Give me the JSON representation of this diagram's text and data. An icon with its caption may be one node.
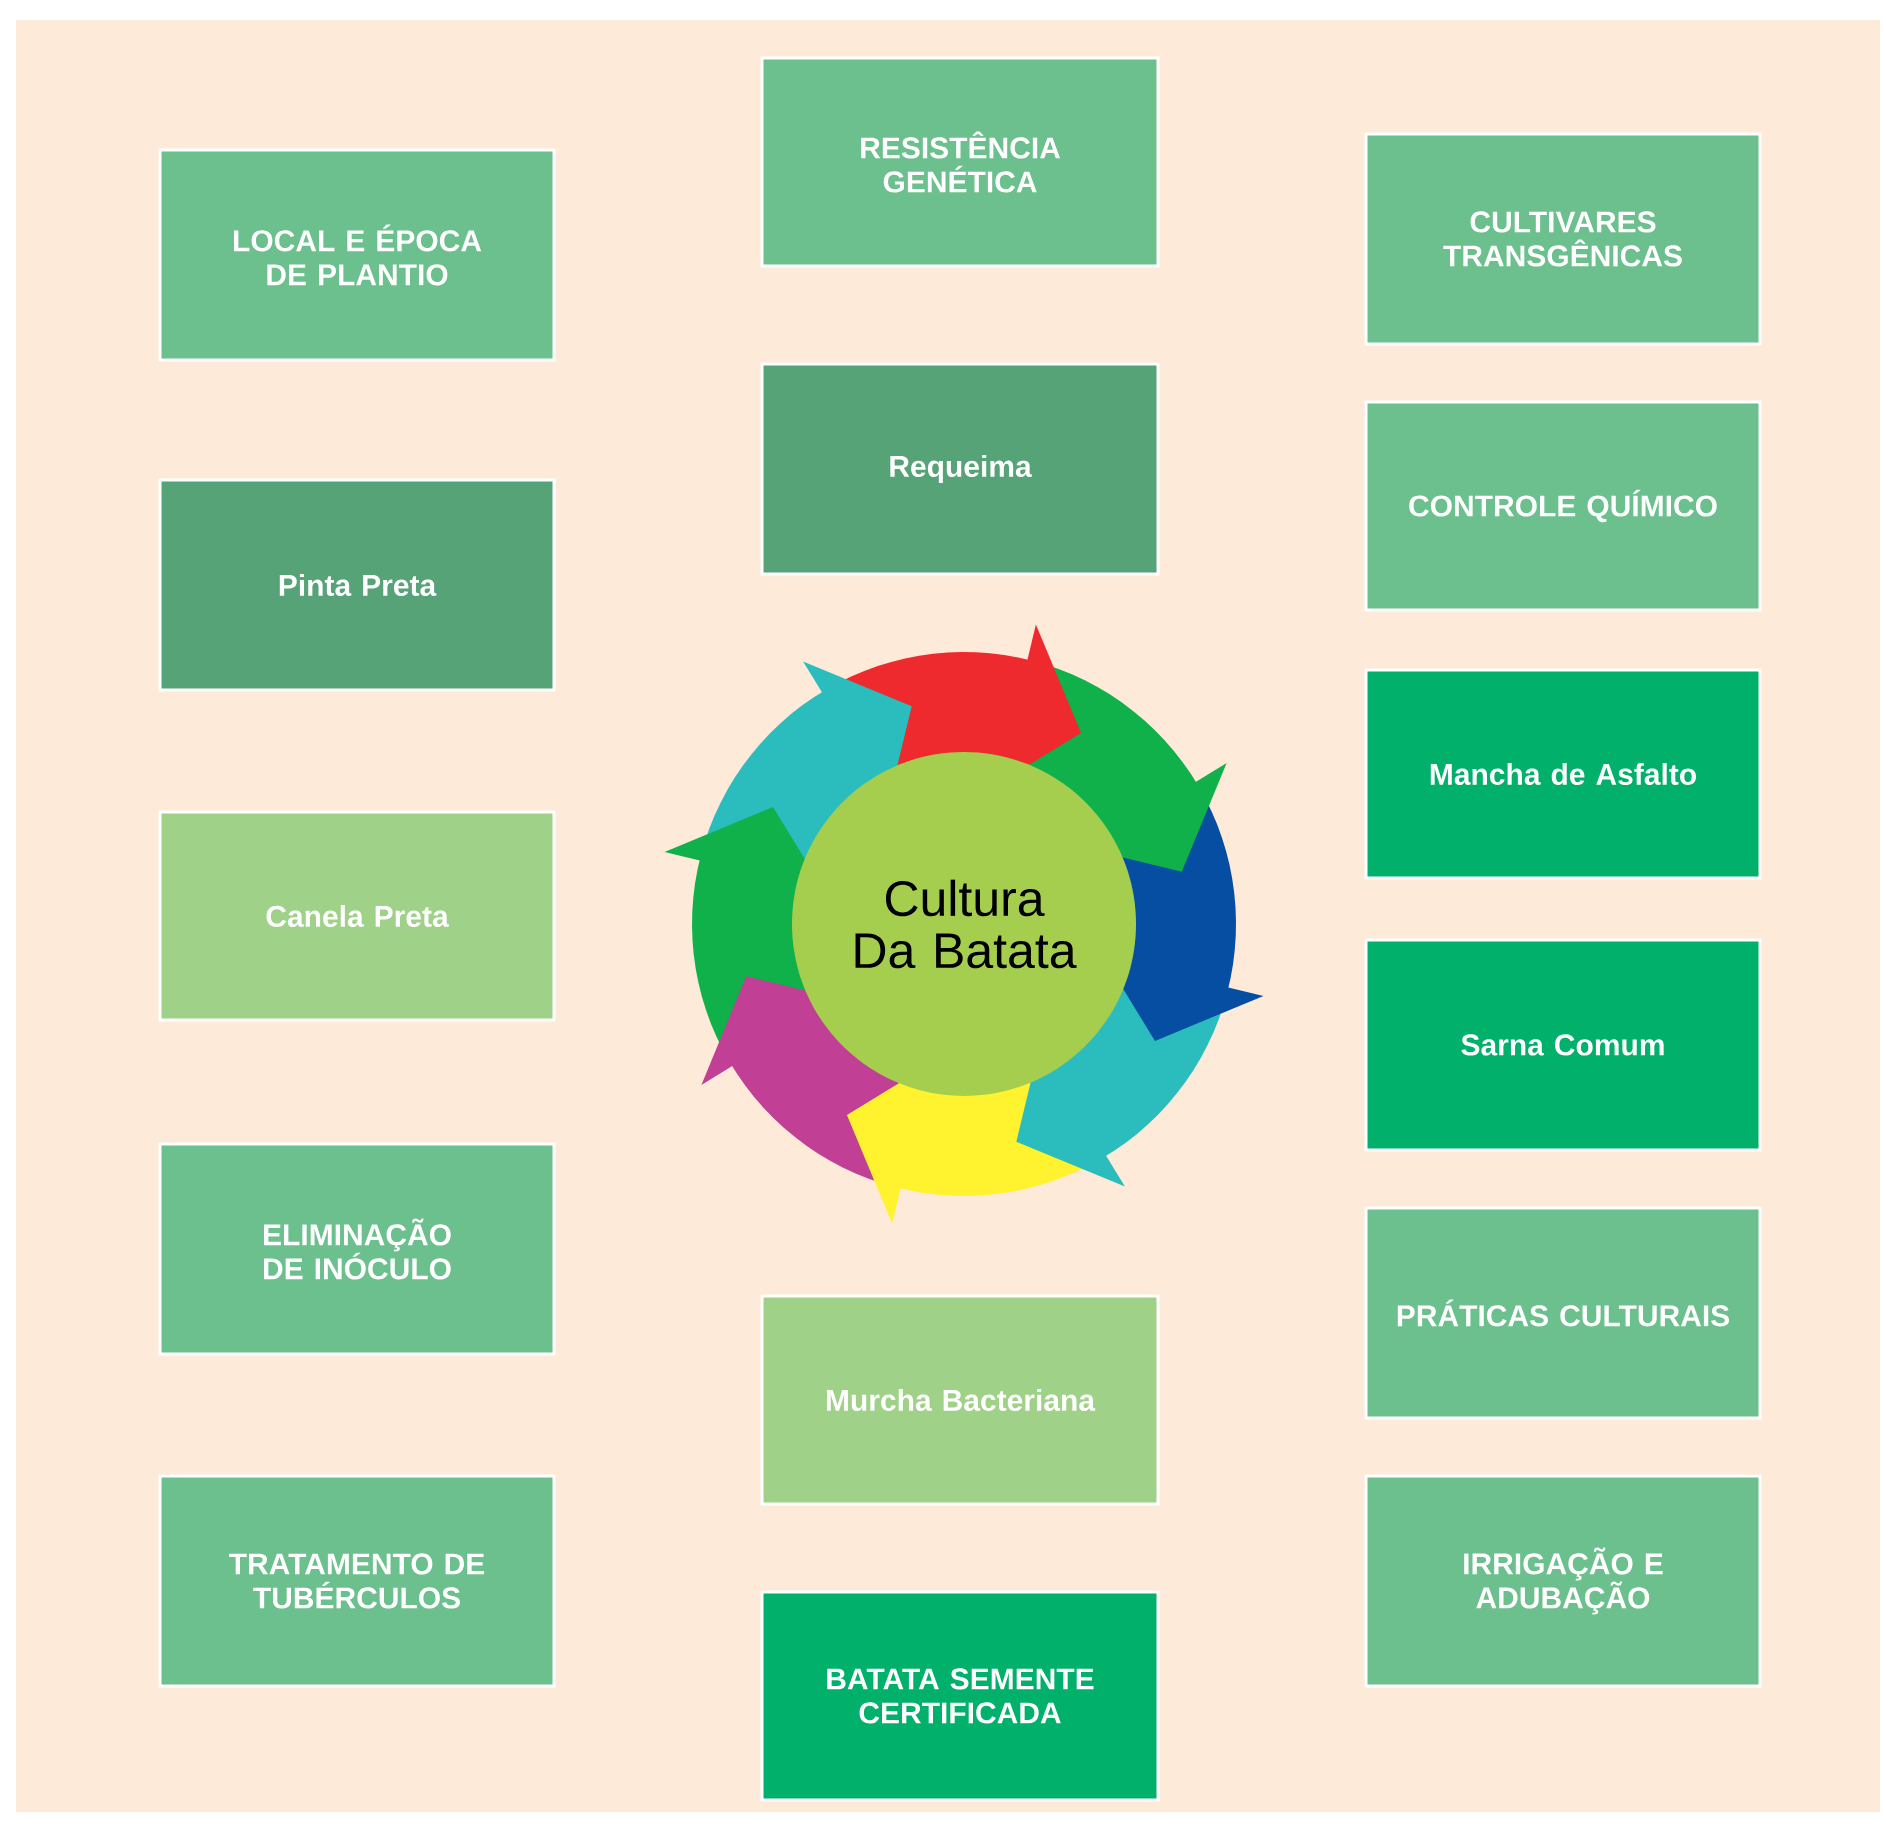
{
  "diagram": {
    "nodes": [
      {
        "text": [
          "LOCAL E ÉPOCA DE PLANTIO"
        ]
      },
      {
        "text": [
          "Pinta Preta"
        ]
      },
      {
        "text": [
          "Canela Preta"
        ]
      },
      {
        "text": [
          "ELIMINAÇÃO DE INÓCULO"
        ]
      },
      {
        "text": [
          "TRATAMENTO DE TUBÉRCULOS"
        ]
      },
      {
        "text": [
          "RESISTÊNCIA GENÉTICA"
        ]
      },
      {
        "text": [
          "Requeima"
        ]
      },
      {
        "text": [
          "Cultura Da Batata"
        ]
      },
      {
        "text": [
          "Murcha Bacteriana"
        ]
      },
      {
        "text": [
          "BATATA SEMENTE CERTIFICADA"
        ]
      },
      {
        "text": [
          "CULTIVARES TRANSGÊNICAS"
        ]
      },
      {
        "text": [
          "CONTROLE QUÍMICO"
        ]
      },
      {
        "text": [
          "Mancha de Asfalto"
        ]
      },
      {
        "text": [
          "Sarna Comum"
        ]
      },
      {
        "text": [
          "PRÁTICAS CULTURAIS"
        ]
      },
      {
        "text": [
          "IRRIGAÇÃO E ADUBAÇÃO"
        ]
      }
    ]
  }
}
